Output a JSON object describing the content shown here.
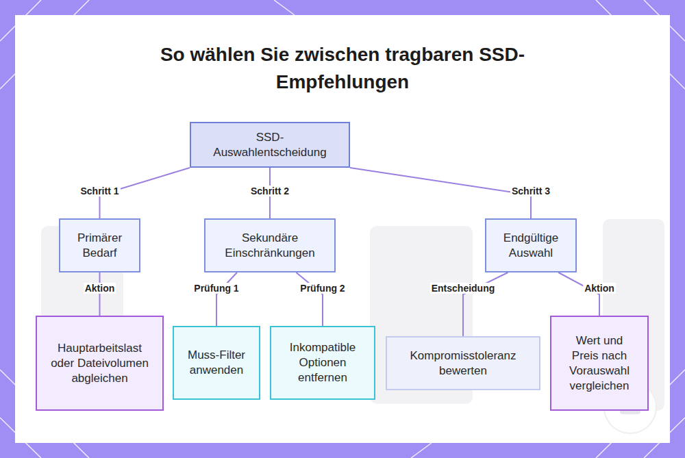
{
  "diagram": {
    "title": "So wählen Sie zwischen tragbaren SSD-Empfehlungen",
    "nodes": [
      {
        "text": [
          "SSD- Auswahlentscheidung"
        ]
      },
      {
        "text": [
          "Primärer Bedarf"
        ]
      },
      {
        "text": [
          "Sekundäre Einschränkungen"
        ]
      },
      {
        "text": [
          "Endgültige Auswahl"
        ]
      },
      {
        "text": [
          "Hauptarbeitslast oder Dateivolumen abgleichen"
        ]
      },
      {
        "text": [
          "Muss-Filter anwenden"
        ]
      },
      {
        "text": [
          "Inkompatible Optionen entfernen"
        ]
      },
      {
        "text": [
          "Kompromisstoleranz bewerten"
        ]
      },
      {
        "text": [
          "Wert und Preis nach Vorauswahl vergleichen"
        ]
      }
    ],
    "edges": [
      {
        "from": 0,
        "to": 1,
        "label": "Schritt 1",
        "arrow": "none"
      },
      {
        "from": 0,
        "to": 2,
        "label": "Schritt 2",
        "arrow": "none"
      },
      {
        "from": 0,
        "to": 3,
        "label": "Schritt 3",
        "arrow": "none"
      },
      {
        "from": 1,
        "to": 4,
        "label": "Aktion",
        "arrow": "none"
      },
      {
        "from": 2,
        "to": 5,
        "label": "Prüfung 1",
        "arrow": "none"
      },
      {
        "from": 2,
        "to": 6,
        "label": "Prüfung 2",
        "arrow": "none"
      },
      {
        "from": 3,
        "to": 7,
        "label": "Entscheidung",
        "arrow": "none"
      },
      {
        "from": 3,
        "to": 8,
        "label": "Aktion",
        "arrow": "none"
      }
    ]
  }
}
